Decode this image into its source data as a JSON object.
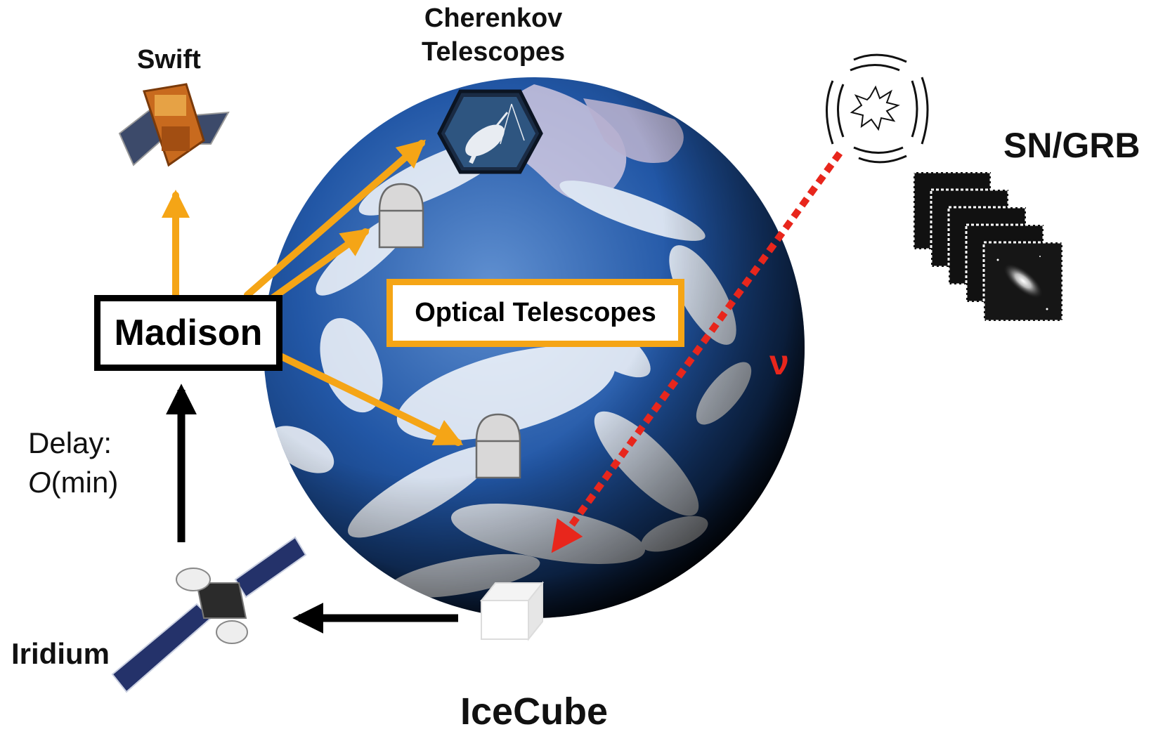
{
  "labels": {
    "swift": "Swift",
    "cherenkov_line1": "Cherenkov",
    "cherenkov_line2": "Telescopes",
    "sn_grb": "SN/GRB",
    "madison": "Madison",
    "optical_telescopes": "Optical Telescopes",
    "delay_line1": "Delay:",
    "delay_order": "O",
    "delay_rest": "(min)",
    "iridium": "Iridium",
    "icecube": "IceCube",
    "neutrino": "ν"
  },
  "colors": {
    "alert_arrows": "#f5a516",
    "data_arrows": "#000000",
    "neutrino_path": "#e8261c",
    "ocean": "#1d57a8",
    "clouds": "#ffffff",
    "dome": "#d9d8d8"
  },
  "icons": {
    "swift_satellite": "satellite-icon",
    "iridium_satellite": "satellite-icon",
    "cherenkov_badge": "radio-dish-icon",
    "optical_dome": "observatory-dome-icon",
    "icecube_detector": "cube-icon",
    "burst": "explosion-icon",
    "galaxy_images": "galaxy-icon"
  }
}
